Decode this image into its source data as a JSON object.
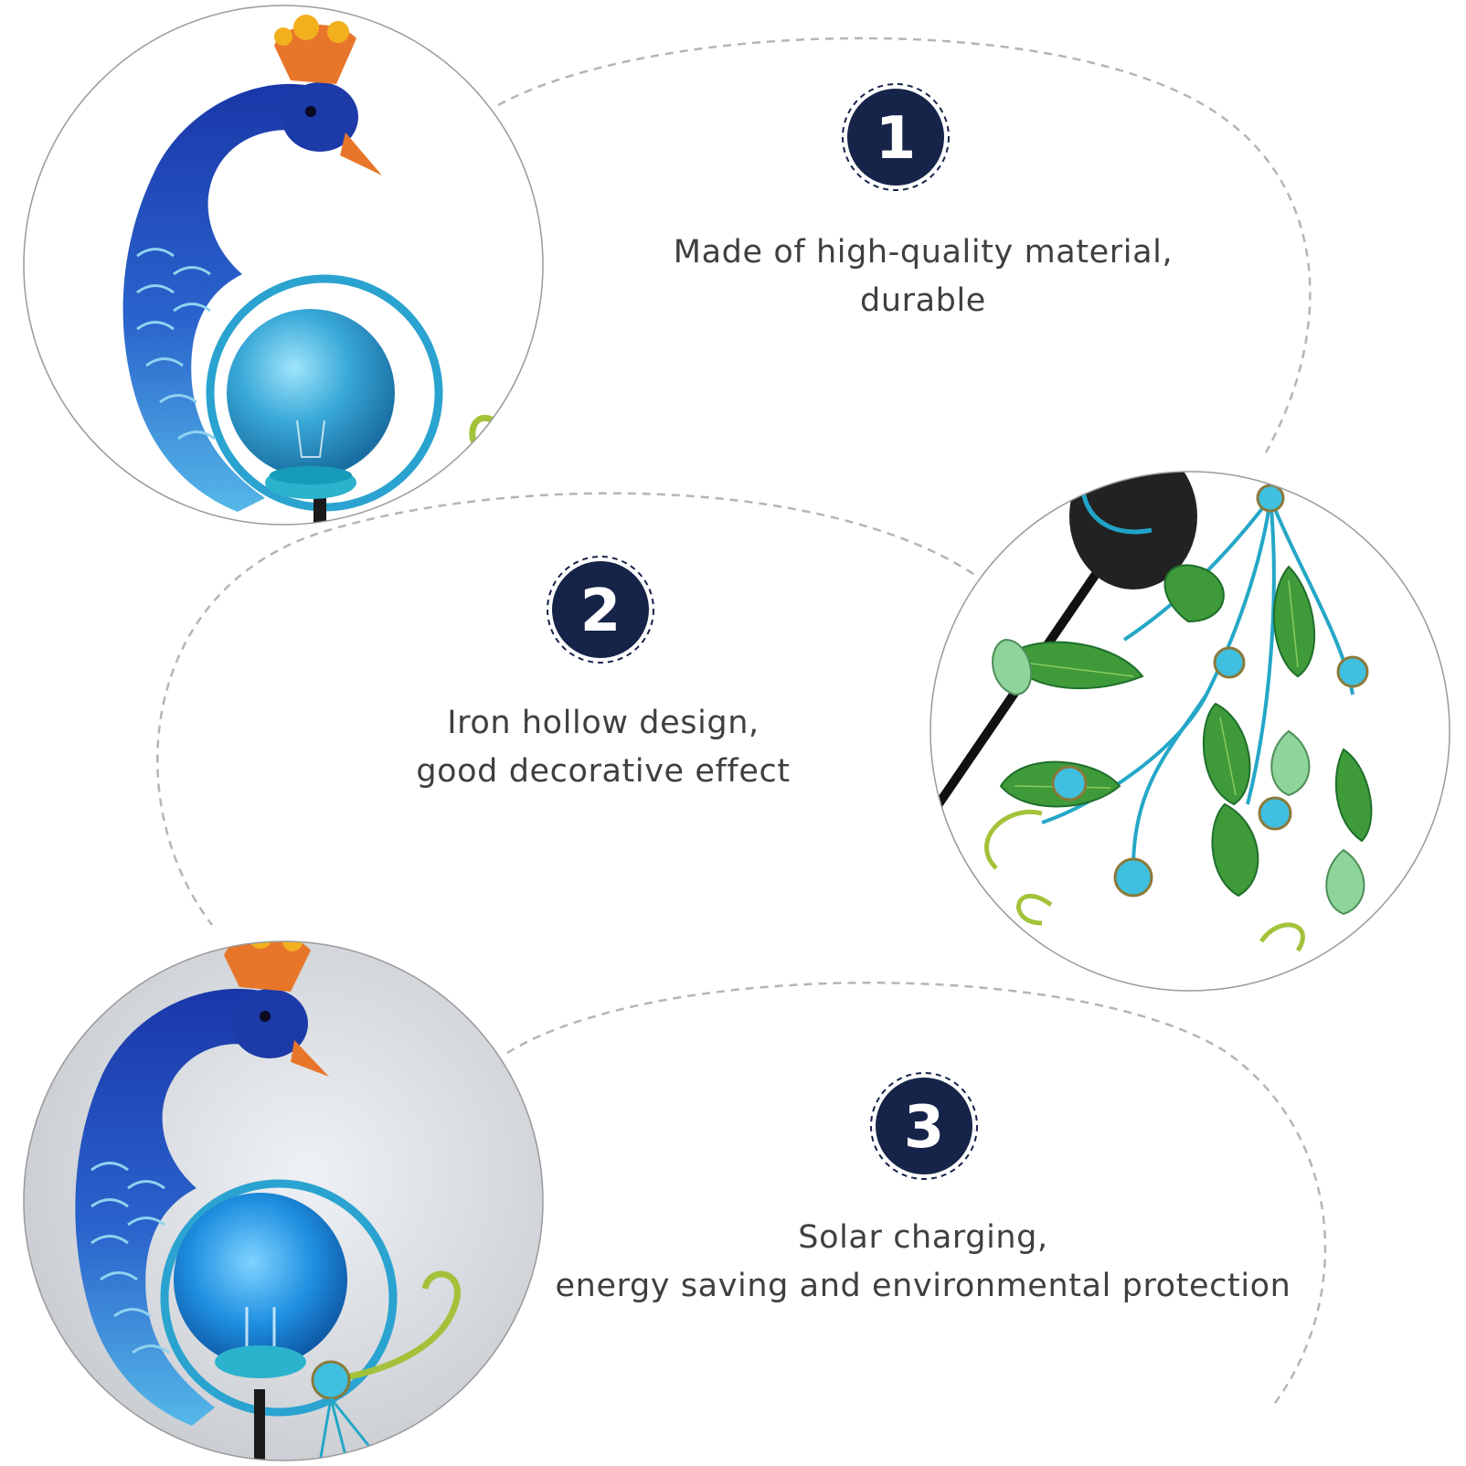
{
  "features": [
    {
      "number": "1",
      "lines": [
        "Made of high-quality material,",
        "durable"
      ]
    },
    {
      "number": "2",
      "lines": [
        "Iron hollow design,",
        "good decorative effect"
      ]
    },
    {
      "number": "3",
      "lines": [
        "Solar charging,",
        "energy saving and environmental protection"
      ]
    }
  ],
  "colors": {
    "badge": "#16244a",
    "text": "#3f3f3f",
    "dashed_outline": "#b5b5b5",
    "peacock_blue": "#1e46b8",
    "glass_blue": "#3aa7d8",
    "crest_orange": "#e8762a",
    "leaf_green": "#3f9a3a"
  },
  "images": [
    "peacock-stake-closeup-photo",
    "peacock-tail-leaves-detail-photo",
    "peacock-stake-lit-photo"
  ]
}
